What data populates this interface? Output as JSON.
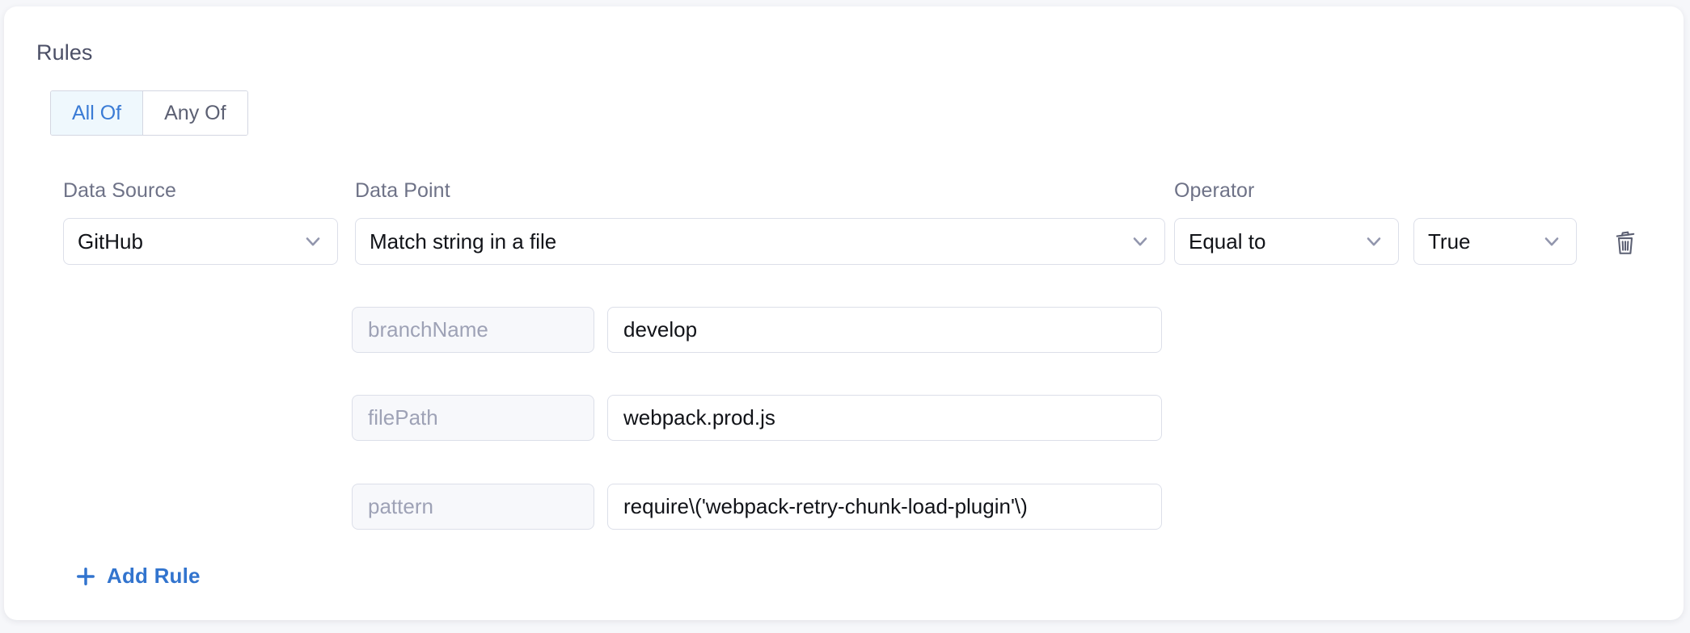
{
  "section": {
    "title": "Rules",
    "match_mode": {
      "options": [
        {
          "label": "All Of",
          "selected": true
        },
        {
          "label": "Any Of",
          "selected": false
        }
      ]
    }
  },
  "columns": {
    "data_source_label": "Data Source",
    "data_point_label": "Data Point",
    "operator_label": "Operator"
  },
  "rule": {
    "data_source": "GitHub",
    "data_point": "Match string in a file",
    "operator": "Equal to",
    "operator_value": "True",
    "parameters": [
      {
        "key": "branchName",
        "value": "develop"
      },
      {
        "key": "filePath",
        "value": "webpack.prod.js"
      },
      {
        "key": "pattern",
        "value": "require\\('webpack-retry-chunk-load-plugin'\\)"
      }
    ],
    "delete_icon": "trash-icon"
  },
  "actions": {
    "add_rule_label": "Add Rule",
    "add_rule_icon": "plus-icon"
  },
  "colors": {
    "accent_blue": "#3274ce",
    "active_tab_bg": "#eff8fd",
    "active_tab_text": "#3a7bd5",
    "label_gray": "#6e7287",
    "placeholder_gray": "#9ea2b6",
    "border_gray": "#dcdfe9",
    "disabled_field_bg": "#f7f8fb",
    "page_bg": "#f6f7fa",
    "card_bg": "#ffffff"
  }
}
